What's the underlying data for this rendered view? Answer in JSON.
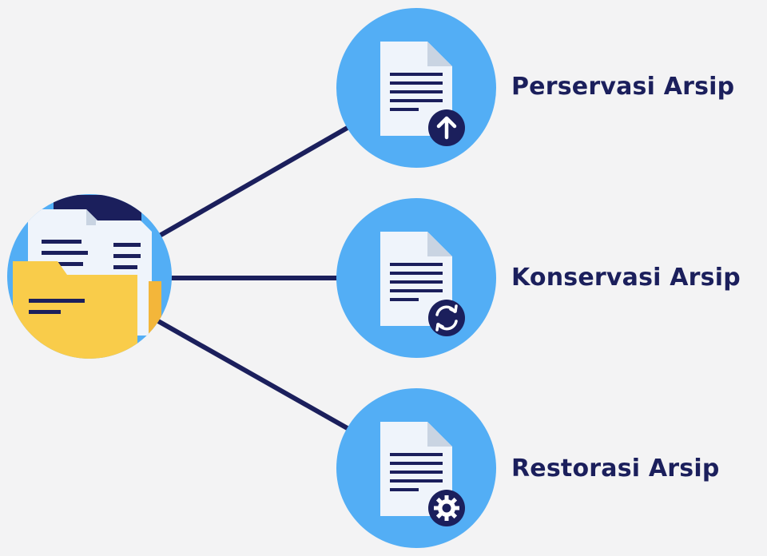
{
  "nodes": [
    {
      "label": "Perservasi Arsip",
      "icon": "arrow-up-icon"
    },
    {
      "label": "Konservasi Arsip",
      "icon": "sync-icon"
    },
    {
      "label": "Restorasi Arsip",
      "icon": "gear-icon"
    }
  ],
  "colors": {
    "background": "#f3f3f4",
    "circle": "#53aef5",
    "navy": "#1b1f5c",
    "folder": "#f9cc4a",
    "folder_tab": "#f3b63a",
    "paper": "#eff4fb",
    "paper_fold": "#c9d4e2"
  }
}
